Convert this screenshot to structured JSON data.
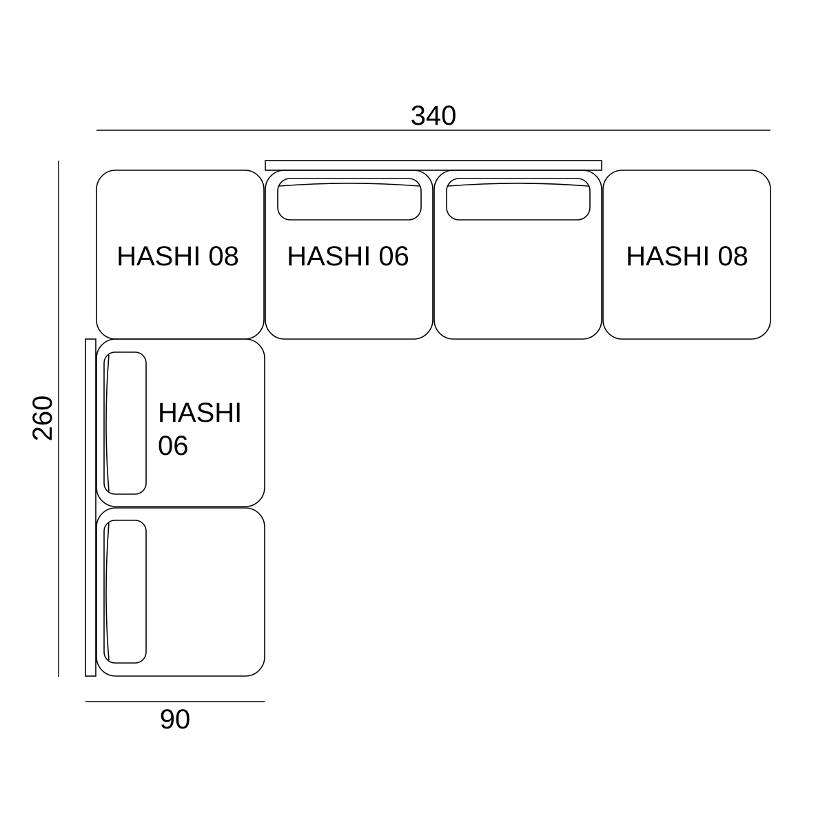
{
  "dimensions": {
    "width_label": "340",
    "height_label": "260",
    "depth_label": "90"
  },
  "modules": {
    "top_left": {
      "label": "HASHI 08"
    },
    "top_middle": {
      "label": "HASHI 06"
    },
    "top_right": {
      "label": "HASHI 08"
    },
    "left_upper": {
      "label_line1": "HASHI",
      "label_line2": "06"
    }
  },
  "colors": {
    "line": "#000000",
    "background": "#ffffff"
  }
}
